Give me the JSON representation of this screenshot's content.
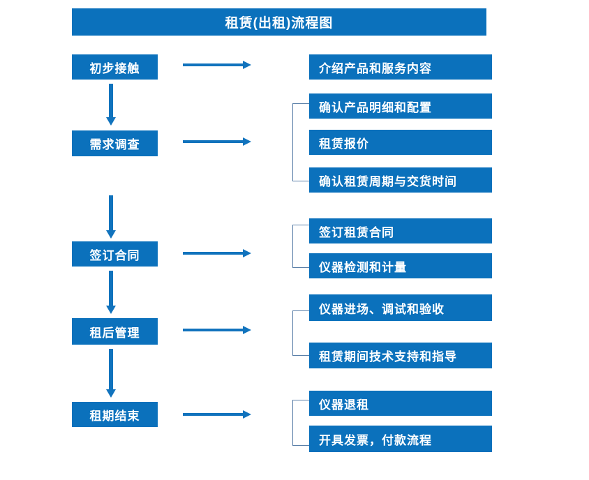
{
  "title": "租赁(出租)流程图",
  "colors": {
    "box_blue": "#0b71bc",
    "arrow_blue": "#1173bd",
    "bracket_gray_blue": "#5a7fa8",
    "text_white": "#ffffff",
    "background": "#ffffff"
  },
  "stages": [
    {
      "id": "stage-1",
      "label": "初步接触"
    },
    {
      "id": "stage-2",
      "label": "需求调查"
    },
    {
      "id": "stage-3",
      "label": "签订合同"
    },
    {
      "id": "stage-4",
      "label": "租后管理"
    },
    {
      "id": "stage-5",
      "label": "租期结束"
    }
  ],
  "details": [
    {
      "id": "detail-1-1",
      "label": "介绍产品和服务内容",
      "group": 1
    },
    {
      "id": "detail-2-1",
      "label": "确认产品明细和配置",
      "group": 2
    },
    {
      "id": "detail-2-2",
      "label": "租赁报价",
      "group": 2
    },
    {
      "id": "detail-2-3",
      "label": "确认租赁周期与交货时间",
      "group": 2
    },
    {
      "id": "detail-3-1",
      "label": "签订租赁合同",
      "group": 3
    },
    {
      "id": "detail-3-2",
      "label": "仪器检测和计量",
      "group": 3
    },
    {
      "id": "detail-4-1",
      "label": "仪器进场、调试和验收",
      "group": 4
    },
    {
      "id": "detail-4-2",
      "label": "租赁期间技术支持和指导",
      "group": 4
    },
    {
      "id": "detail-5-1",
      "label": "仪器退租",
      "group": 5
    },
    {
      "id": "detail-5-2",
      "label": "开具发票，付款流程",
      "group": 5
    }
  ],
  "connectors": {
    "horizontal_arrows": 5,
    "vertical_arrows": 4,
    "brackets": 4
  }
}
